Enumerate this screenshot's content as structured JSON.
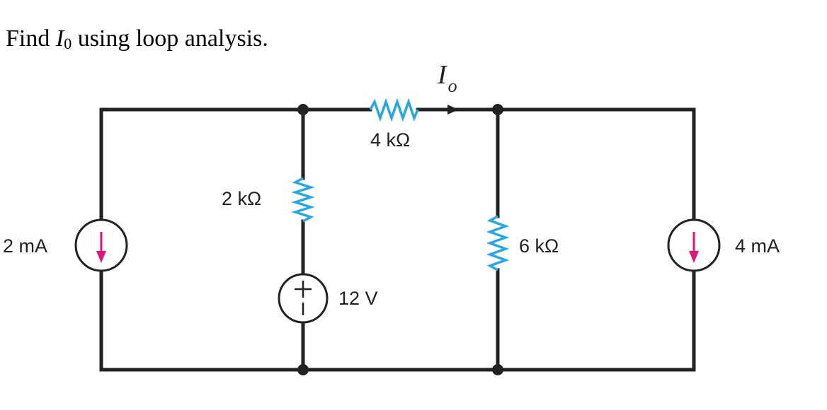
{
  "question": {
    "prefix": "Find ",
    "var": "I",
    "sub": "0",
    "suffix": " using loop analysis."
  },
  "circuit": {
    "current_label": {
      "var": "I",
      "sub": "o"
    },
    "components": {
      "r_top": {
        "label": "4 kΩ"
      },
      "r_left": {
        "label": "2 kΩ"
      },
      "r_right": {
        "label": "6 kΩ"
      },
      "i_left": {
        "label": "2 mA"
      },
      "i_right": {
        "label": "4 mA"
      },
      "v_source": {
        "label": "12 V",
        "plus": "+",
        "minus": "−"
      }
    },
    "colors": {
      "wire": "#222222",
      "resistor": "#29a8e0",
      "source_arrow": "#e0157c"
    }
  }
}
